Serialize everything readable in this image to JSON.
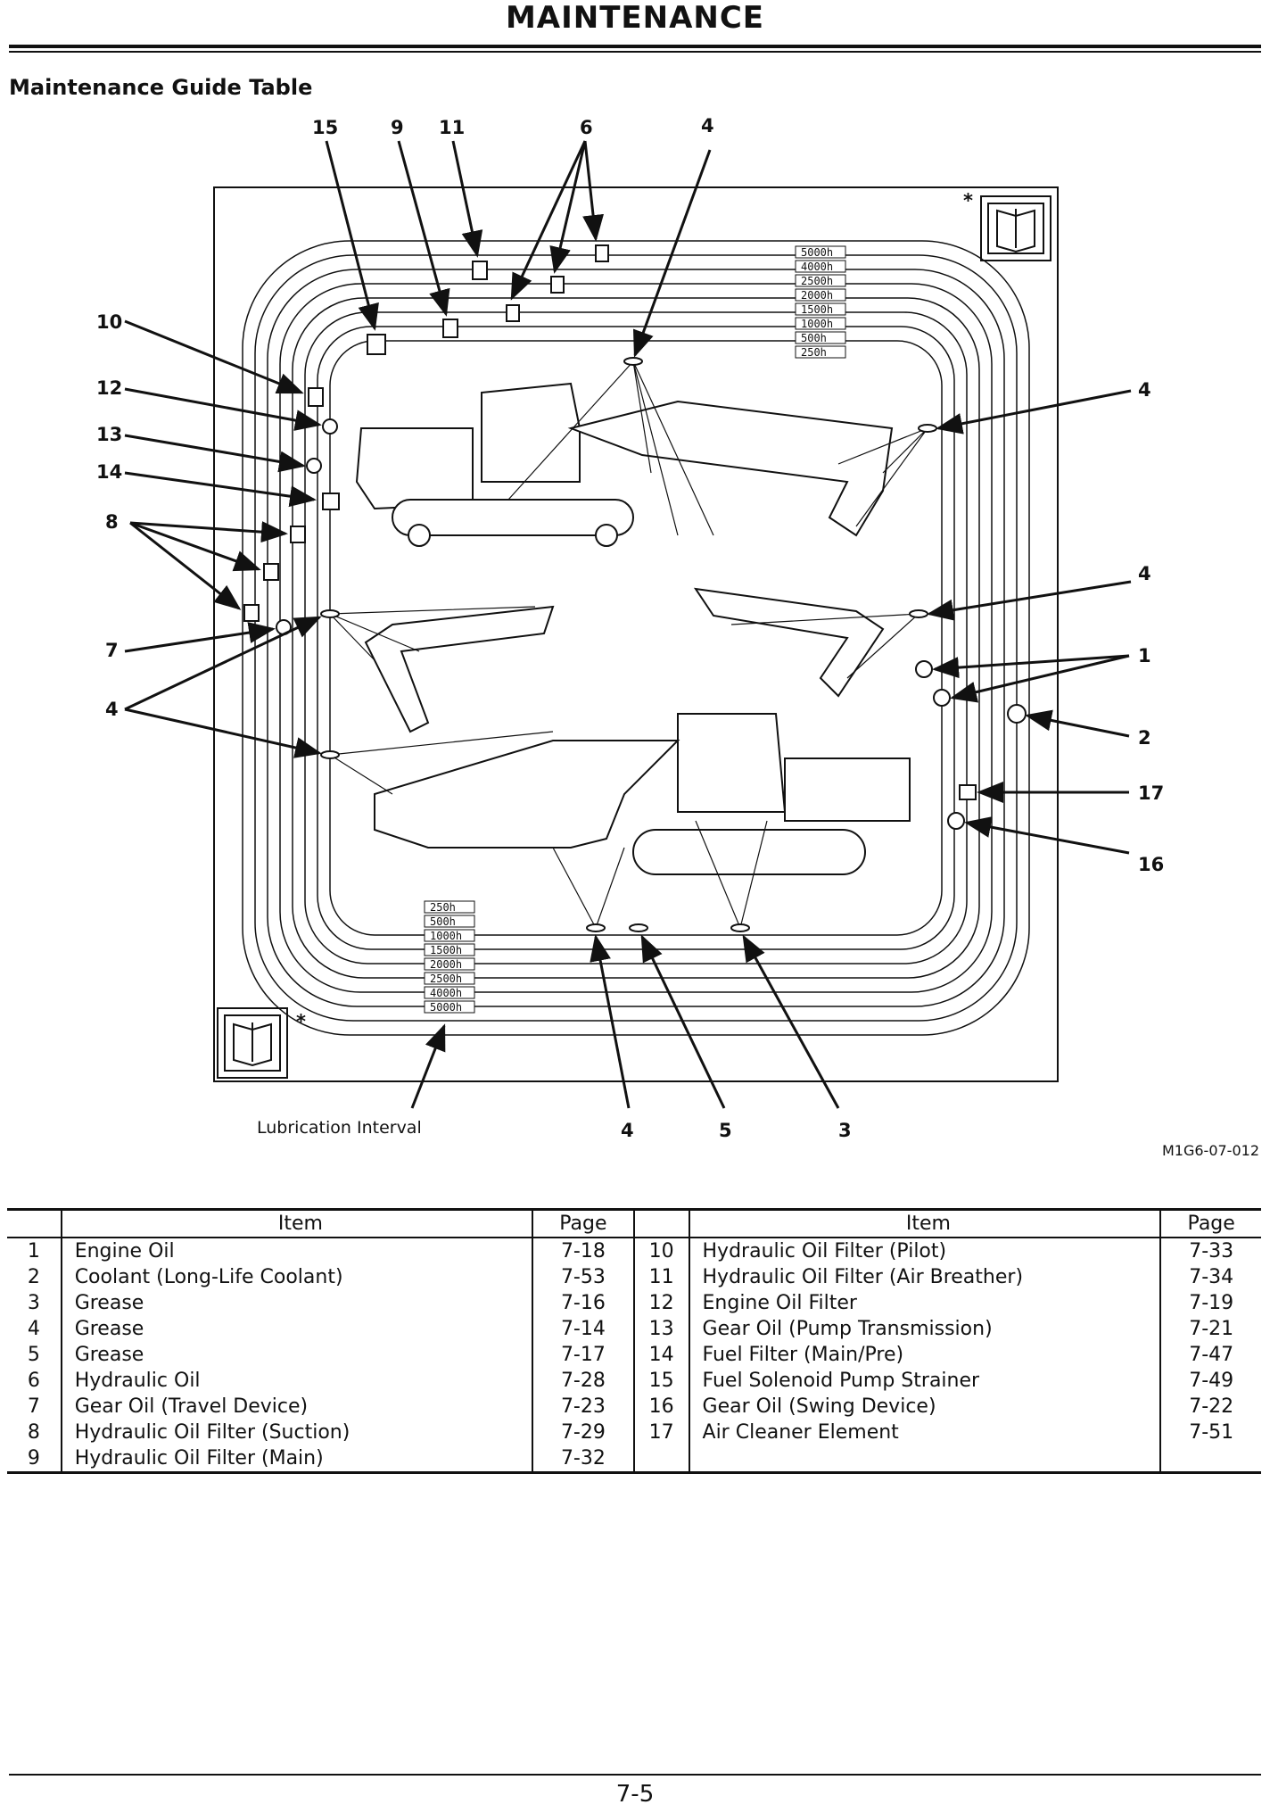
{
  "header": {
    "title": "MAINTENANCE"
  },
  "section": {
    "title": "Maintenance Guide Table"
  },
  "figure": {
    "code": "M1G6-07-012",
    "lube_label": "Lubrication Interval",
    "intervals": [
      "250h",
      "500h",
      "1000h",
      "1500h",
      "2000h",
      "2500h",
      "4000h",
      "5000h"
    ],
    "star": "*",
    "callouts": [
      "15",
      "9",
      "11",
      "6",
      "4",
      "10",
      "12",
      "13",
      "14",
      "8",
      "7",
      "4",
      "4",
      "4",
      "1",
      "2",
      "17",
      "16",
      "4",
      "5",
      "3"
    ]
  },
  "table": {
    "headers": {
      "item": "Item",
      "page": "Page"
    },
    "rows": [
      {
        "n1": "1",
        "i1": "Engine Oil",
        "p1": "7-18",
        "n2": "10",
        "i2": "Hydraulic Oil Filter (Pilot)",
        "p2": "7-33"
      },
      {
        "n1": "2",
        "i1": "Coolant (Long-Life Coolant)",
        "p1": "7-53",
        "n2": "11",
        "i2": "Hydraulic Oil Filter (Air Breather)",
        "p2": "7-34"
      },
      {
        "n1": "3",
        "i1": "Grease",
        "p1": "7-16",
        "n2": "12",
        "i2": "Engine Oil Filter",
        "p2": "7-19"
      },
      {
        "n1": "4",
        "i1": "Grease",
        "p1": "7-14",
        "n2": "13",
        "i2": "Gear Oil (Pump Transmission)",
        "p2": "7-21"
      },
      {
        "n1": "5",
        "i1": "Grease",
        "p1": "7-17",
        "n2": "14",
        "i2": "Fuel Filter (Main/Pre)",
        "p2": "7-47"
      },
      {
        "n1": "6",
        "i1": "Hydraulic Oil",
        "p1": "7-28",
        "n2": "15",
        "i2": "Fuel Solenoid Pump Strainer",
        "p2": "7-49"
      },
      {
        "n1": "7",
        "i1": "Gear Oil (Travel Device)",
        "p1": "7-23",
        "n2": "16",
        "i2": "Gear Oil (Swing Device)",
        "p2": "7-22"
      },
      {
        "n1": "8",
        "i1": "Hydraulic Oil Filter (Suction)",
        "p1": "7-29",
        "n2": "17",
        "i2": "Air Cleaner Element",
        "p2": "7-51"
      },
      {
        "n1": "9",
        "i1": "Hydraulic Oil Filter (Main)",
        "p1": "7-32",
        "n2": "",
        "i2": "",
        "p2": ""
      }
    ]
  },
  "footer": {
    "page": "7-5"
  }
}
